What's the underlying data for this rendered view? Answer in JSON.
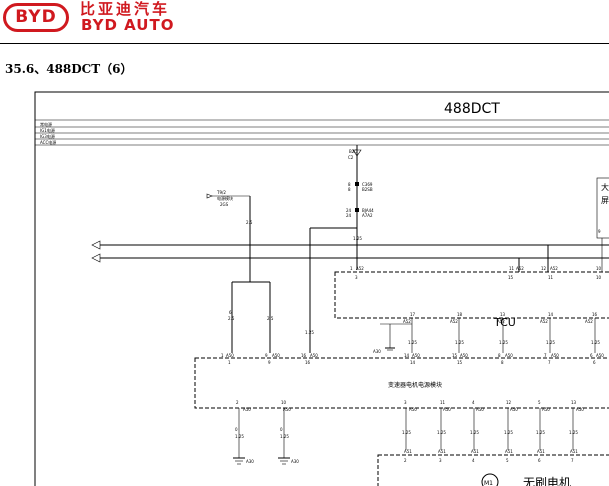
{
  "header": {
    "logo_text": "BYD",
    "brand_cn": "比亚迪汽车",
    "brand_en": "BYD AUTO",
    "brand_color": "#d0191f"
  },
  "section_title": "35.6、488DCT（6）",
  "diagram": {
    "title": "488DCT",
    "power_rails": [
      "常电源",
      "IG1电源",
      "IG3电源",
      "ACC电源"
    ],
    "fuse": {
      "name": "B2C",
      "ref": "C2"
    },
    "connector_top": {
      "pin_a": "8",
      "code_a": "C369",
      "pin_b": "8",
      "code_b": "B2SB",
      "pin_c": "24",
      "code_c": "BJA44",
      "pin_d": "24",
      "code_d": "A7A2"
    },
    "ground_module_ref": {
      "code": "T9/2",
      "label": "电源模块",
      "sub": "2GS"
    },
    "wires": {
      "w_2_5a": "2.5",
      "w_1_25a": "1.25",
      "w_1_25b": "1.25",
      "w_2_5b": "2.5",
      "w_2_5c": "2.5",
      "w_0a": "0",
      "w_0b": "0"
    },
    "tcu": {
      "label": "TCU",
      "top_pins": [
        {
          "conn": "A52",
          "pin": "1"
        },
        {
          "conn": "A52",
          "pin": "11"
        },
        {
          "conn": "A52",
          "pin": "12"
        },
        {
          "conn": "A52",
          "pin": "10"
        }
      ],
      "top_pin_nums": [
        "3",
        "15",
        "11",
        "10"
      ],
      "bottom_pins": [
        {
          "num": "17",
          "conn": "A52",
          "pos": "14"
        },
        {
          "num": "18",
          "conn": "A52",
          "pos": "15"
        },
        {
          "num": "13",
          "conn": "A52",
          "pos": "8"
        },
        {
          "num": "14",
          "conn": "A52",
          "pos": "7"
        },
        {
          "num": "16",
          "conn": "A52",
          "pos": "6"
        }
      ],
      "wire_label": "1.25",
      "ground_ref": "A30"
    },
    "motor_module": {
      "label": "变速器电机电源模块",
      "top_pins": [
        {
          "num": "1",
          "conn": "A50",
          "pos": "1"
        },
        {
          "num": "9",
          "conn": "A50",
          "pos": "9"
        },
        {
          "num": "16",
          "conn": "A50",
          "pos": "16"
        },
        {
          "num": "14",
          "conn": "A50",
          "pos": "14"
        },
        {
          "num": "15",
          "conn": "A50",
          "pos": "15"
        },
        {
          "num": "8",
          "conn": "A50",
          "pos": "8"
        },
        {
          "num": "7",
          "conn": "A50",
          "pos": "7"
        },
        {
          "num": "6",
          "conn": "A50",
          "pos": "6"
        }
      ],
      "bottom_pins": [
        {
          "num": "2",
          "conn": "A50"
        },
        {
          "num": "10",
          "conn": "A50"
        },
        {
          "num": "3",
          "conn": "A50"
        },
        {
          "num": "11",
          "conn": "A50"
        },
        {
          "num": "4",
          "conn": "A50"
        },
        {
          "num": "12",
          "conn": "A50"
        },
        {
          "num": "5",
          "conn": "A50"
        },
        {
          "num": "13",
          "conn": "A50"
        }
      ],
      "ground_refs": [
        "A30",
        "A30"
      ]
    },
    "motor": {
      "symbol": "M1",
      "label": "无刷电机",
      "pins": [
        {
          "num": "2",
          "conn": "A51"
        },
        {
          "num": "3",
          "conn": "A51"
        },
        {
          "num": "4",
          "conn": "A51"
        },
        {
          "num": "5",
          "conn": "A51"
        },
        {
          "num": "6",
          "conn": "A51"
        },
        {
          "num": "7",
          "conn": "A51"
        }
      ]
    },
    "right_partial": {
      "char_a": "大",
      "char_b": "屏",
      "pin": "9"
    }
  }
}
